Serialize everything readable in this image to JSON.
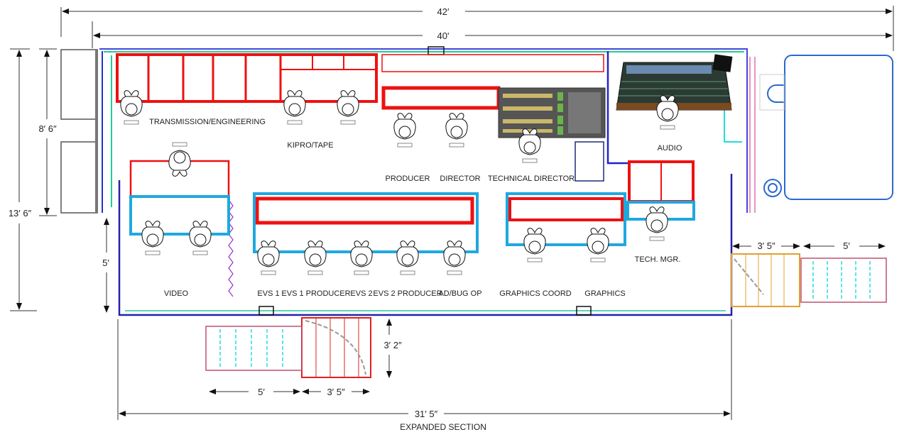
{
  "dimensions": {
    "overall_length": "42′",
    "interior_length": "40'",
    "width_front": "8′ 6″",
    "width_total": "13′ 6″",
    "expansion_depth": "5′",
    "right_stair_landing": "3′ 5″",
    "right_stair_run": "5′",
    "bottom_stair_depth": "3′ 2″",
    "bottom_stair_run": "5′",
    "bottom_stair_landing": "3′ 5″",
    "expanded_length": "31′ 5″",
    "expanded_caption": "EXPANDED SECTION"
  },
  "positions": {
    "transmission": "TRANSMISSION/ENGINEERING",
    "kipro": "KIPRO/TAPE",
    "producer": "PRODUCER",
    "director": "DIRECTOR",
    "td": "TECHNICAL DIRECTOR",
    "audio": "AUDIO",
    "tech_mgr": "TECH. MGR.",
    "video": "VIDEO",
    "evs1": "EVS 1",
    "evs1_producer": "EVS 1 PRODUCER",
    "evs2": "EVS 2",
    "evs2_producer": "EVS 2 PRODUCER",
    "adbug": "AD/BUG OP",
    "graphics_coord": "GRAPHICS COORD",
    "graphics": "GRAPHICS"
  },
  "colors": {
    "console": "#ee1111",
    "desk": "#1fa8e0",
    "wall": "#2222cc",
    "trim": "#22cc99",
    "cyan": "#22dddd",
    "stairs_yellow": "#e0a030",
    "pink": "#e070b0"
  }
}
